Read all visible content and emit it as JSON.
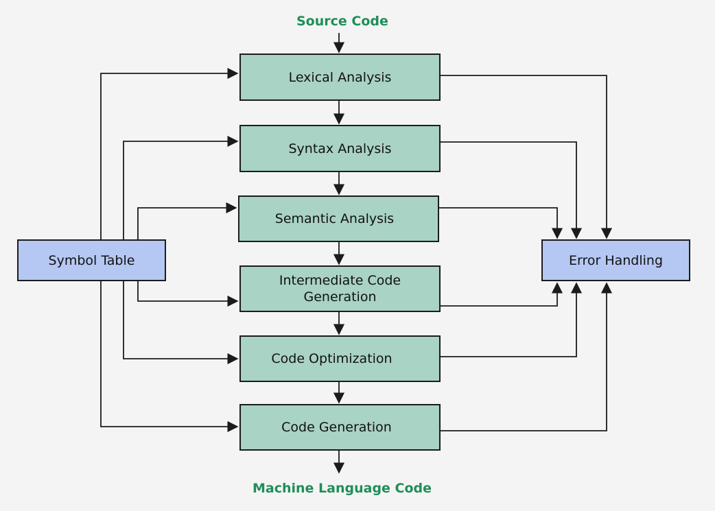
{
  "input_label": "Source Code",
  "output_label": "Machine Language Code",
  "phases": [
    "Lexical Analysis",
    "Syntax Analysis",
    "Semantic Analysis",
    "Intermediate Code Generation",
    "Code Optimization",
    "Code Generation"
  ],
  "symbol_table_label": "Symbol Table",
  "error_handling_label": "Error Handling",
  "colors": {
    "phase_fill": "#a9d3c4",
    "side_fill": "#b5c8f3",
    "label_green": "#1f8e58",
    "line": "#1b1b1b"
  }
}
